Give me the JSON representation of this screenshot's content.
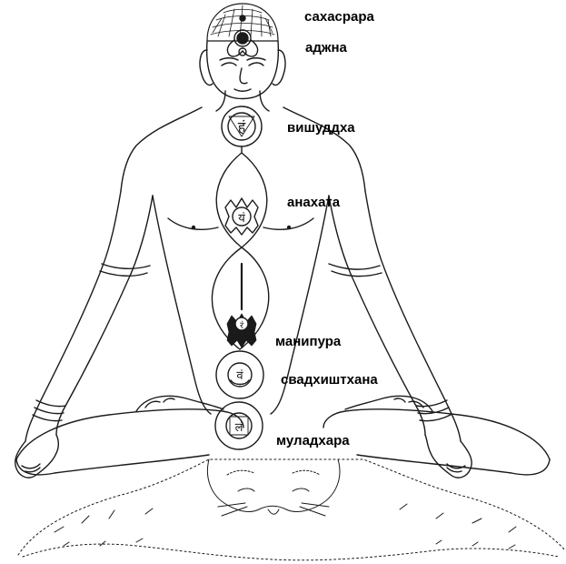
{
  "labels": {
    "sahasrara": "сахасрара",
    "ajna": "аджна",
    "vishuddha": "вишуддха",
    "anahata": "анахата",
    "manipura": "манипура",
    "svadhisthana": "свадхиштхана",
    "muladhara": "муладхара"
  },
  "colors": {
    "line": "#1a1a1a",
    "background": "#ffffff"
  },
  "icons": {
    "vishuddha": "bija-ham-glyph",
    "anahata": "bija-yam-glyph",
    "manipura": "bija-ram-glyph",
    "svadhisthana": "bija-vam-glyph",
    "muladhara": "bija-lam-glyph"
  }
}
